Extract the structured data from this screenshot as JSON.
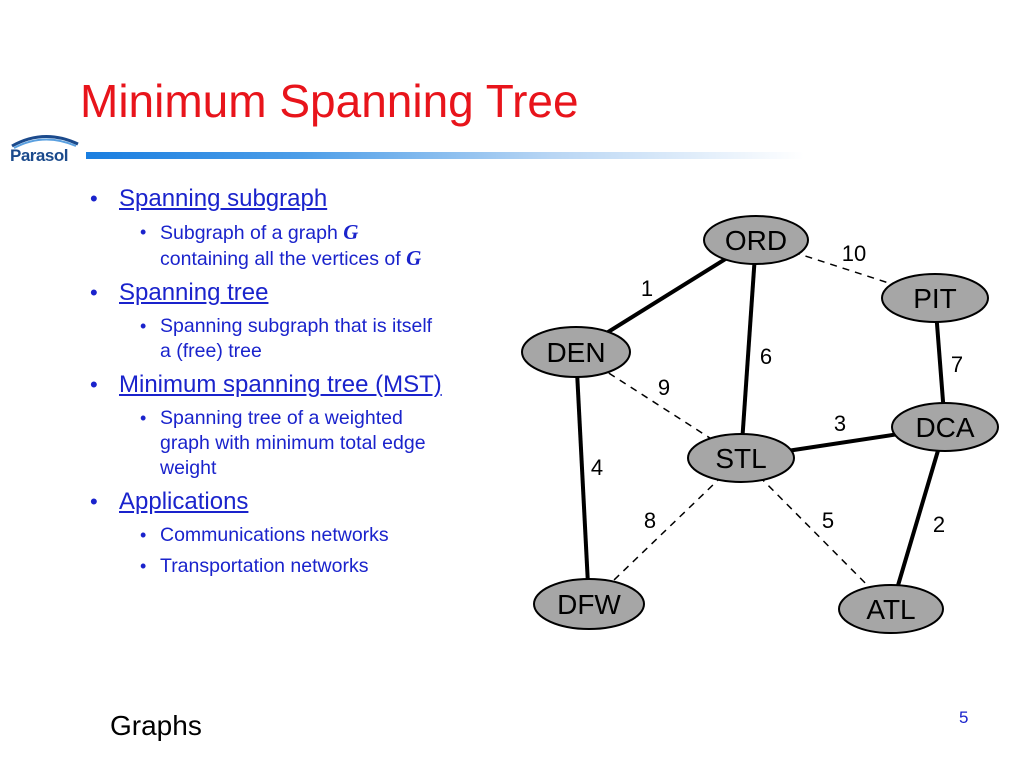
{
  "title": "Minimum Spanning Tree",
  "logo": {
    "text": "Parasol"
  },
  "bullets": [
    {
      "label": "Spanning subgraph",
      "subs": [
        {
          "parts": [
            "Subgraph of a graph ",
            "G",
            "",
            "containing all the vertices of ",
            "G"
          ]
        }
      ]
    },
    {
      "label": "Spanning tree",
      "subs": [
        {
          "line1": "Spanning subgraph that is itself",
          "line2": "a (free) tree"
        }
      ]
    },
    {
      "label": "Minimum spanning tree (MST)",
      "subs": [
        {
          "line1": "Spanning tree of a weighted",
          "line2": "graph with minimum total edge",
          "line3": "weight"
        }
      ]
    },
    {
      "label": "Applications",
      "subs": [
        {
          "line1": "Communications networks"
        },
        {
          "line1": "Transportation networks"
        }
      ]
    }
  ],
  "graph": {
    "nodes": [
      {
        "id": "ORD",
        "label": "ORD"
      },
      {
        "id": "PIT",
        "label": "PIT"
      },
      {
        "id": "DEN",
        "label": "DEN"
      },
      {
        "id": "DCA",
        "label": "DCA"
      },
      {
        "id": "STL",
        "label": "STL"
      },
      {
        "id": "DFW",
        "label": "DFW"
      },
      {
        "id": "ATL",
        "label": "ATL"
      }
    ],
    "edges": [
      {
        "from": "ORD",
        "to": "DEN",
        "weight": "1",
        "in_mst": true
      },
      {
        "from": "ORD",
        "to": "PIT",
        "weight": "10",
        "in_mst": false
      },
      {
        "from": "ORD",
        "to": "STL",
        "weight": "6",
        "in_mst": true
      },
      {
        "from": "PIT",
        "to": "DCA",
        "weight": "7",
        "in_mst": true
      },
      {
        "from": "DEN",
        "to": "STL",
        "weight": "9",
        "in_mst": false
      },
      {
        "from": "DEN",
        "to": "DFW",
        "weight": "4",
        "in_mst": true
      },
      {
        "from": "STL",
        "to": "DCA",
        "weight": "3",
        "in_mst": true
      },
      {
        "from": "STL",
        "to": "DFW",
        "weight": "8",
        "in_mst": false
      },
      {
        "from": "STL",
        "to": "ATL",
        "weight": "5",
        "in_mst": false
      },
      {
        "from": "DCA",
        "to": "ATL",
        "weight": "2",
        "in_mst": true
      }
    ]
  },
  "footer": {
    "left": "Graphs",
    "page_number": "5"
  }
}
